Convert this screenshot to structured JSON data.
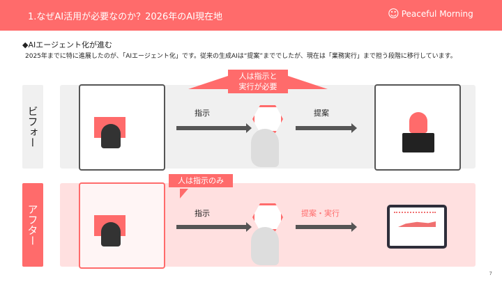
{
  "header": {
    "title": "1.なぜAI活用が必要なのか？2026年のAI現在地",
    "logo_text": "Peaceful Morning"
  },
  "section": {
    "heading": "◆AIエージェント化が進む",
    "description": "2025年までに特に進展したのが、「AIエージェント化」です。従来の生成AIは“提案”まででしたが、現在は「業務実行」まで担う段階に移行しています。"
  },
  "before": {
    "label": "ビフォー",
    "callout": "人は指示と\n実行が必要",
    "arrow1": "指示",
    "arrow2": "提案"
  },
  "after": {
    "label": "アフター",
    "callout": "人は指示のみ",
    "arrow1": "指示",
    "arrow2": "提案・実行"
  },
  "page_number": "7",
  "colors": {
    "accent": "#ff6b6b",
    "before_bg": "#f0f0f0",
    "after_bg": "#ffe0e0"
  }
}
